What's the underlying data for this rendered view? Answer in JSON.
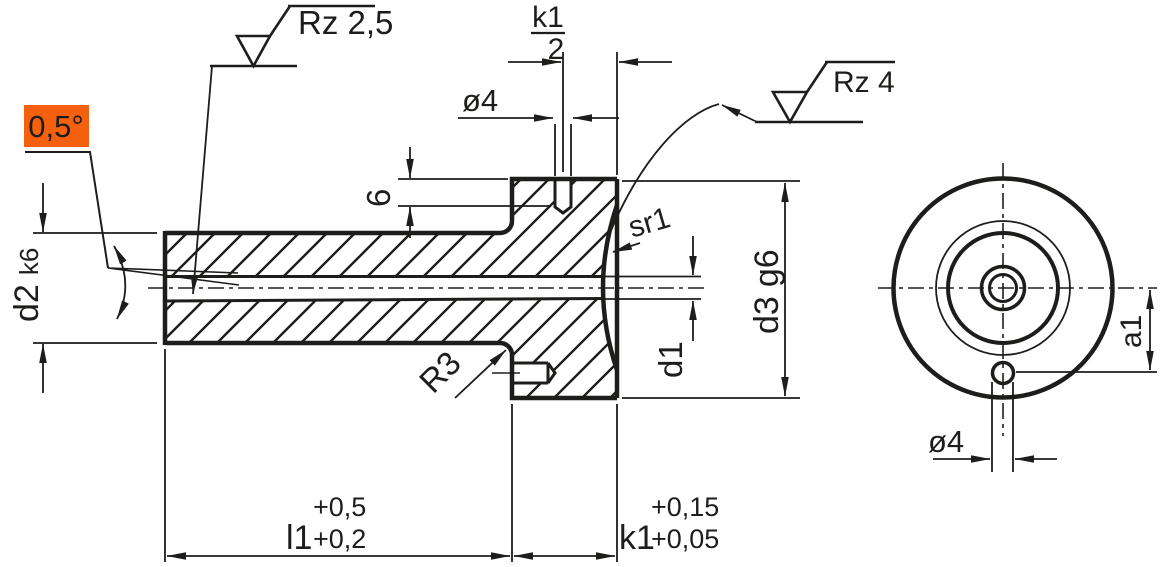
{
  "drawing": {
    "title": "flanged-bushing-section-drawing",
    "surface_marks": {
      "bore": "Rz 2,5",
      "sphere": "Rz 4"
    },
    "angle_callout": {
      "value": "0,5°",
      "highlight_color": "#f4600e"
    },
    "section_dims": {
      "d2": "d2",
      "d2_fit": "k6",
      "hole_depth": "6",
      "dia4_top": "ø4",
      "k1_half_num": "k1",
      "k1_half_den": "2",
      "sr1": "sr1",
      "d1": "d1",
      "d3": "d3",
      "d3_fit": "g6",
      "r3": "R3",
      "l1": "l1",
      "l1_tol_upper": "+0,5",
      "l1_tol_lower": "+0,2",
      "k1": "k1",
      "k1_tol_upper": "+0,15",
      "k1_tol_lower": "+0,05"
    },
    "end_view_dims": {
      "a1": "a1",
      "dia4": "ø4"
    },
    "colors": {
      "highlight": "#f4600e",
      "line": "#1d1d1b",
      "background": "#ffffff"
    }
  }
}
